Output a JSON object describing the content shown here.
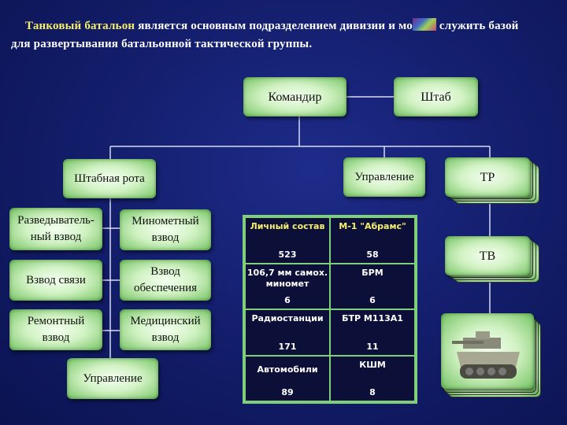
{
  "heading": {
    "highlight": "Танковый батальон",
    "line1_rest": " является основным подразделением дивизии и мо",
    "line1_end": " служить  базой",
    "line2": "для  развертывания  батальонной  тактической группы."
  },
  "nodes": {
    "commander": "Командир",
    "staff": "Штаб",
    "hq_company": "Штабная рота",
    "management": "Управление",
    "tr": "ТР",
    "tv": "ТВ",
    "recon": "Разведыватель-ный взвод",
    "mortar": "Минометный взвод",
    "signal": "Взвод связи",
    "supply": "Взвод обеспечения",
    "repair": "Ремонтный взвод",
    "medical": "Медицинский взвод",
    "hq_management": "Управление"
  },
  "table": [
    {
      "label": "Личный состав",
      "value": "523"
    },
    {
      "label": "М-1 \"Абрамс\"",
      "value": "58"
    },
    {
      "label": "106,7 мм самох. миномет",
      "value": "6"
    },
    {
      "label": "БРМ",
      "value": "6"
    },
    {
      "label": "Радиостанции",
      "value": "171"
    },
    {
      "label": "БТР М113А1",
      "value": "11"
    },
    {
      "label": "Автомобили",
      "value": "89"
    },
    {
      "label": "КШМ",
      "value": "8"
    }
  ]
}
